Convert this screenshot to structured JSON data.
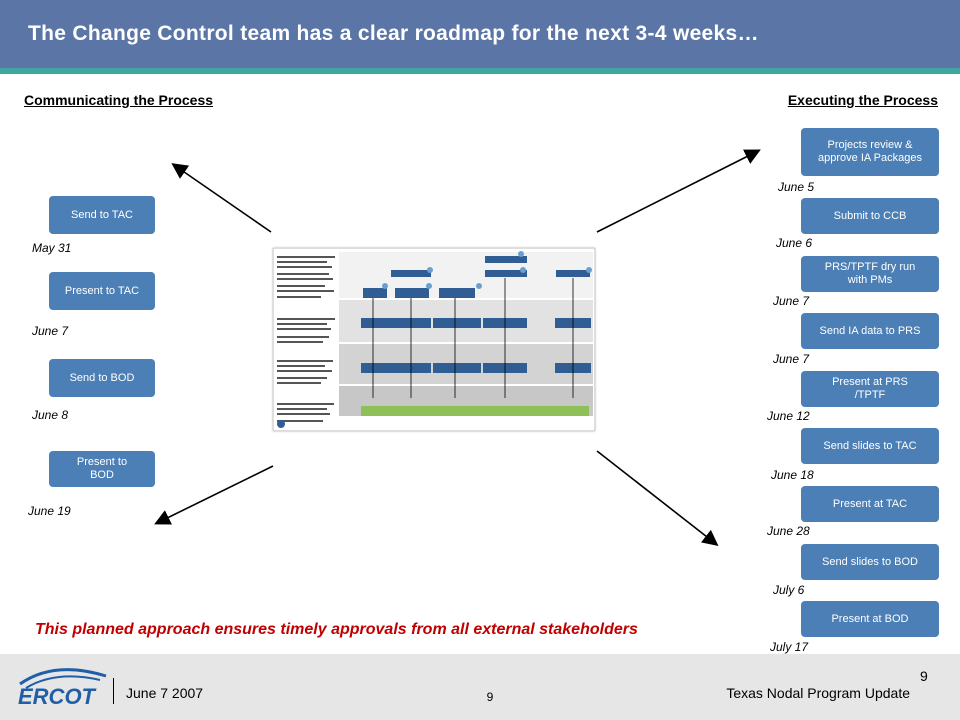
{
  "title": "The Change Control team has a clear roadmap for the next 3-4 weeks…",
  "left_section": {
    "heading": "Communicating the Process",
    "steps": [
      {
        "label": "Send to TAC",
        "date": "May 31"
      },
      {
        "label": "Present to TAC",
        "date": "June 7"
      },
      {
        "label": "Send  to BOD",
        "date": "June 8"
      },
      {
        "label": "Present to BOD",
        "date": "June 19"
      }
    ]
  },
  "right_section": {
    "heading": "Executing the Process",
    "steps": [
      {
        "label": "Projects review & approve IA Packages",
        "date": "June 5"
      },
      {
        "label": "Submit to CCB",
        "date": "June 6"
      },
      {
        "label": "PRS/TPTF  dry run with  PMs",
        "date": "June 7"
      },
      {
        "label": "Send IA data  to PRS",
        "date": "June 7"
      },
      {
        "label": "Present at PRS /TPTF",
        "date": "June 12"
      },
      {
        "label": "Send slides  to TAC",
        "date": "June 18"
      },
      {
        "label": "Present at TAC",
        "date": "June 28"
      },
      {
        "label": "Send slides  to BOD",
        "date": "July 6"
      },
      {
        "label": "Present at BOD",
        "date": "July 17"
      }
    ]
  },
  "tagline": "This planned approach ensures timely approvals from all external stakeholders",
  "footer": {
    "logo_text": "ERCOT",
    "date": "June 7 2007",
    "center_page": "9",
    "program": "Texas Nodal Program Update",
    "page_number": "9"
  },
  "colors": {
    "header": "#5b76a6",
    "stripe": "#3fa7a0",
    "box": "#4b7fb5",
    "tagline": "#c00000",
    "footer": "#e6e6e6"
  }
}
